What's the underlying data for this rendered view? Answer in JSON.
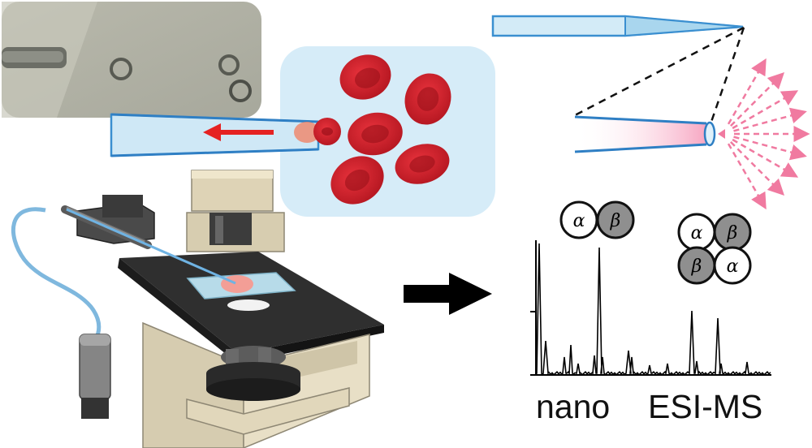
{
  "caption": {
    "word1": "nano",
    "word2": "ESI-MS"
  },
  "subunits": {
    "alpha": "α",
    "beta": "β"
  },
  "colors": {
    "cell_red": "#cc1f2a",
    "cell_dark": "#8e0f18",
    "arrow_red": "#e52222",
    "pipette_blue": "#3a8fd0",
    "plume_pink": "#f07aa0",
    "sample_panel": "#d6ecf8"
  },
  "photo_inset": {
    "description_icons": [
      "pipette-tip",
      "cell",
      "cell",
      "cell"
    ]
  }
}
